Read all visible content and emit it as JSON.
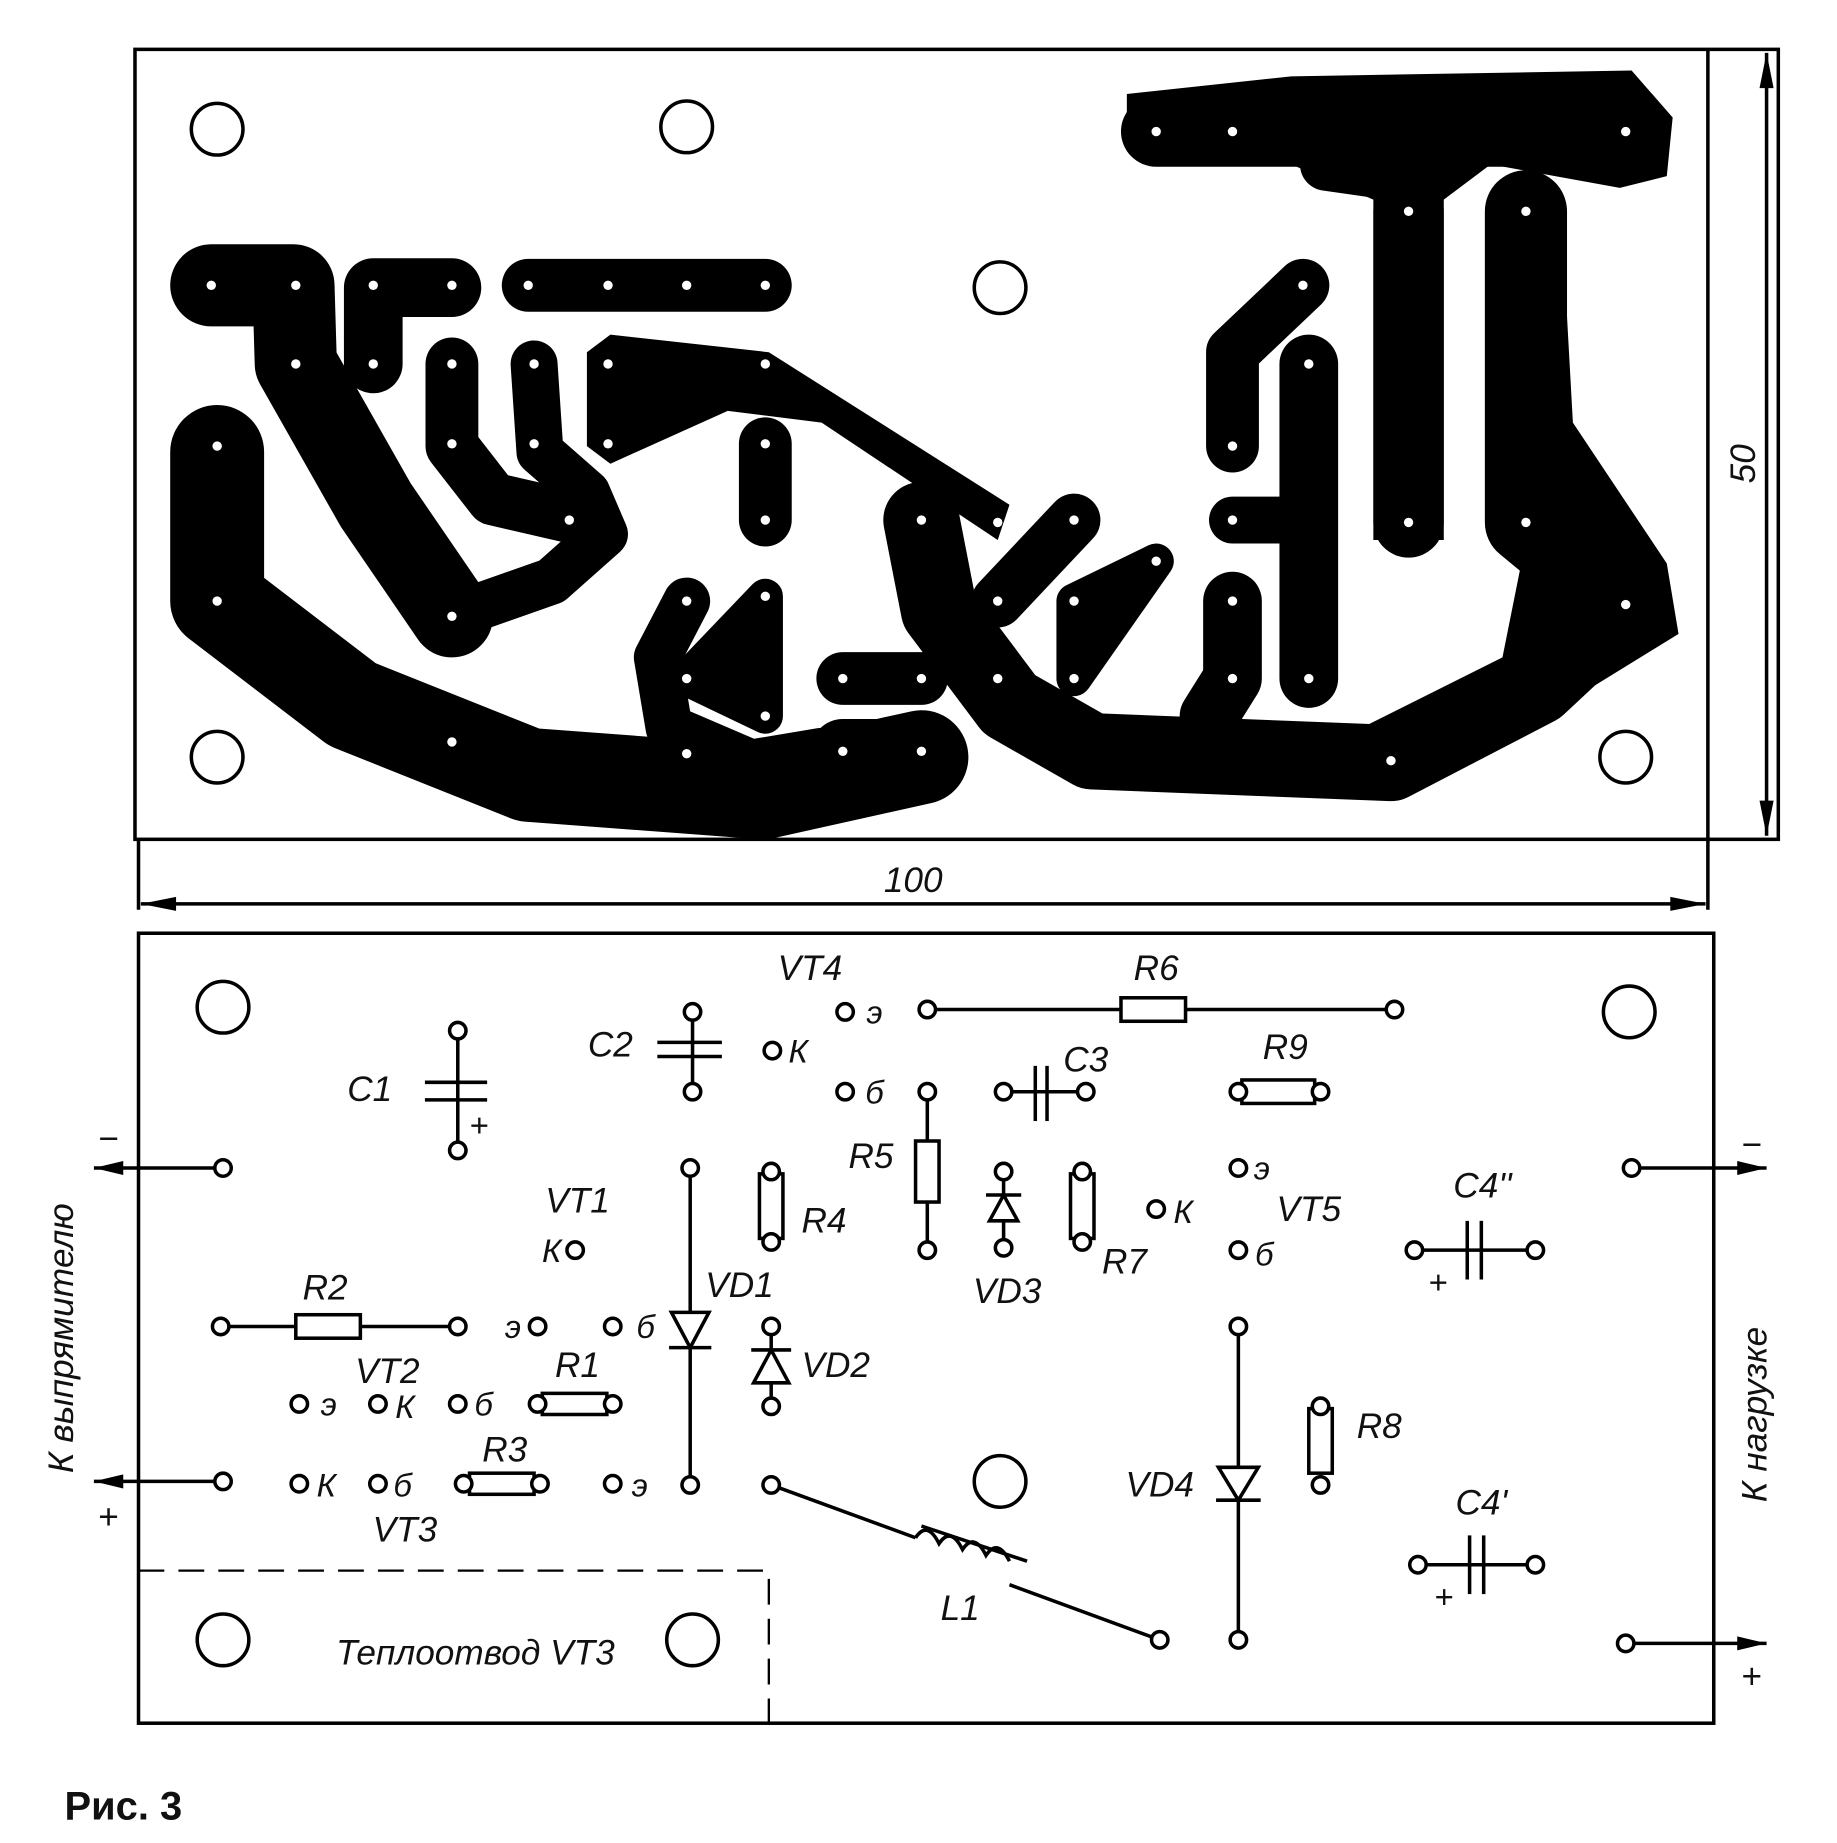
{
  "figure_caption": "Рис. 3",
  "dimensions": {
    "width": "100",
    "height": "50"
  },
  "heatsink_label": "Теплоотвод VT3",
  "left_side_label": "К выпрямителю",
  "right_side_label": "К нагрузке",
  "polarity": {
    "minus": "−",
    "plus": "+"
  },
  "components": {
    "VT1": "VT1",
    "VT2": "VT2",
    "VT3": "VT3",
    "VT4": "VT4",
    "VT5": "VT5",
    "R1": "R1",
    "R2": "R2",
    "R3": "R3",
    "R4": "R4",
    "R5": "R5",
    "R6": "R6",
    "R7": "R7",
    "R8": "R8",
    "R9": "R9",
    "C1": "C1",
    "C2": "C2",
    "C3": "C3",
    "C4a": "C4''",
    "C4b": "C4'",
    "VD1": "VD1",
    "VD2": "VD2",
    "VD3": "VD3",
    "VD4": "VD4",
    "L1": "L1"
  },
  "pins": {
    "emitter": "э",
    "base": "б",
    "collector": "К"
  }
}
